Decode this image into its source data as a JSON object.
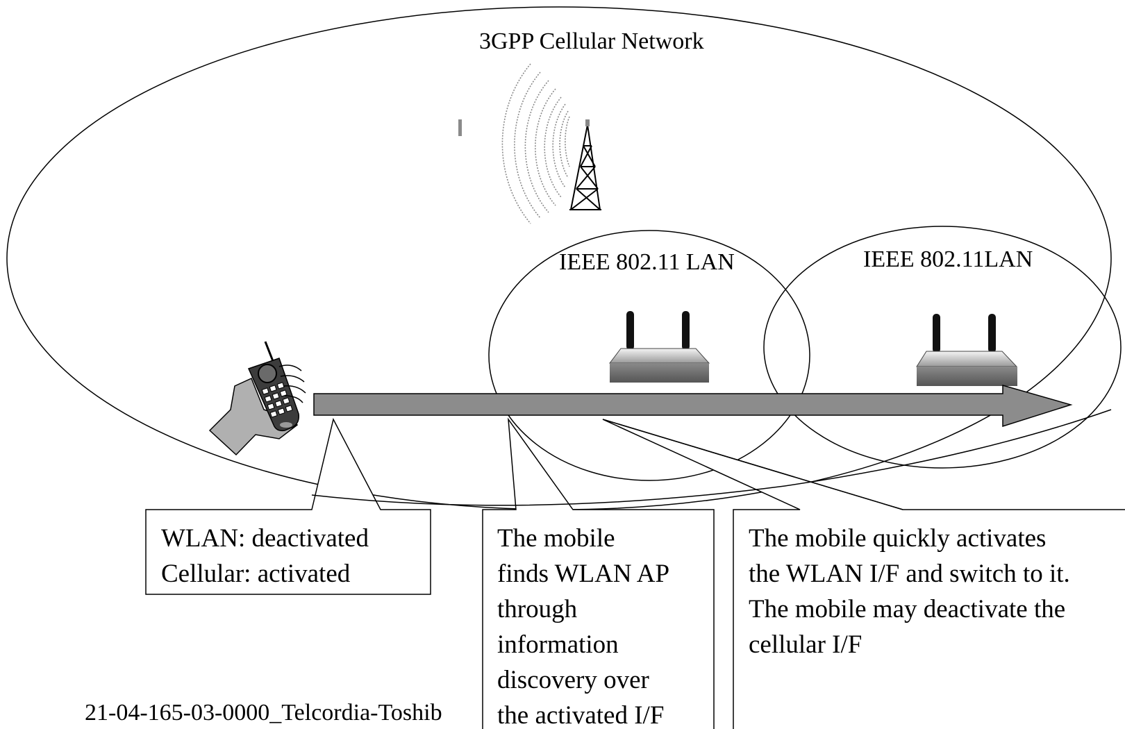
{
  "diagram": {
    "cellular_label": "3GPP Cellular Network",
    "wlan1_label": "IEEE 802.11 LAN",
    "wlan2_label": "IEEE 802.11LAN"
  },
  "callouts": [
    {
      "lines": [
        "WLAN: deactivated",
        "Cellular: activated"
      ]
    },
    {
      "lines": [
        "The mobile",
        "finds WLAN AP",
        "through",
        "information",
        "discovery over",
        "the activated I/F"
      ]
    },
    {
      "lines": [
        "The mobile quickly activates",
        "the WLAN I/F and switch to it.",
        "The mobile may deactivate the",
        "cellular I/F"
      ]
    }
  ],
  "footer": {
    "text": "21-04-165-03-0000_Telcordia-Toshib"
  },
  "icons": [
    "cell-tower-icon",
    "wireless-access-point-icon",
    "hand-held-mobile-phone-icon",
    "movement-arrow-icon"
  ],
  "colors": {
    "arrow_fill": "#8c8c8c",
    "phone_hand": "#b0b0b0",
    "ap_body": "#6f6f6f"
  }
}
